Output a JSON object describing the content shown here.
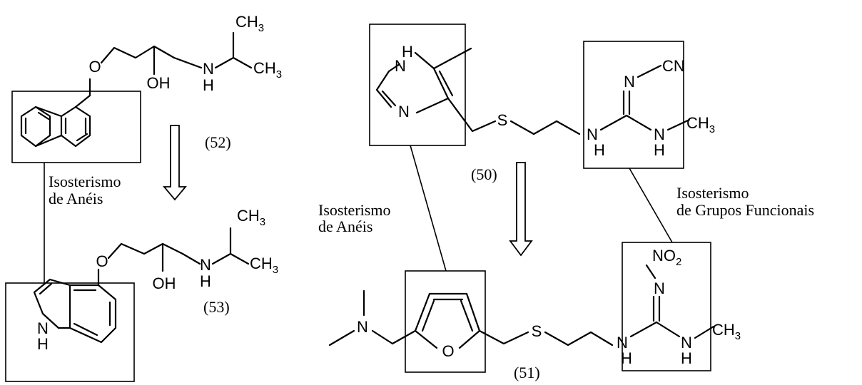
{
  "atoms": {
    "oxygen": "O",
    "nitrogen": "N",
    "hydroxyl": "OH",
    "amine_h": "H",
    "methyl": "CH",
    "methyl_sub": "3",
    "sulfur": "S",
    "cyano": "CN",
    "nitro": "NO",
    "nitro_sub": "2"
  },
  "compounds": {
    "c52": "(52)",
    "c53": "(53)",
    "c50": "(50)",
    "c51": "(51)"
  },
  "labels": {
    "ring_iso_line1": "Isosterismo",
    "ring_iso_line2": "de Anéis",
    "func_iso_line1": "Isosterismo",
    "func_iso_line2": "de Grupos Funcionais"
  }
}
